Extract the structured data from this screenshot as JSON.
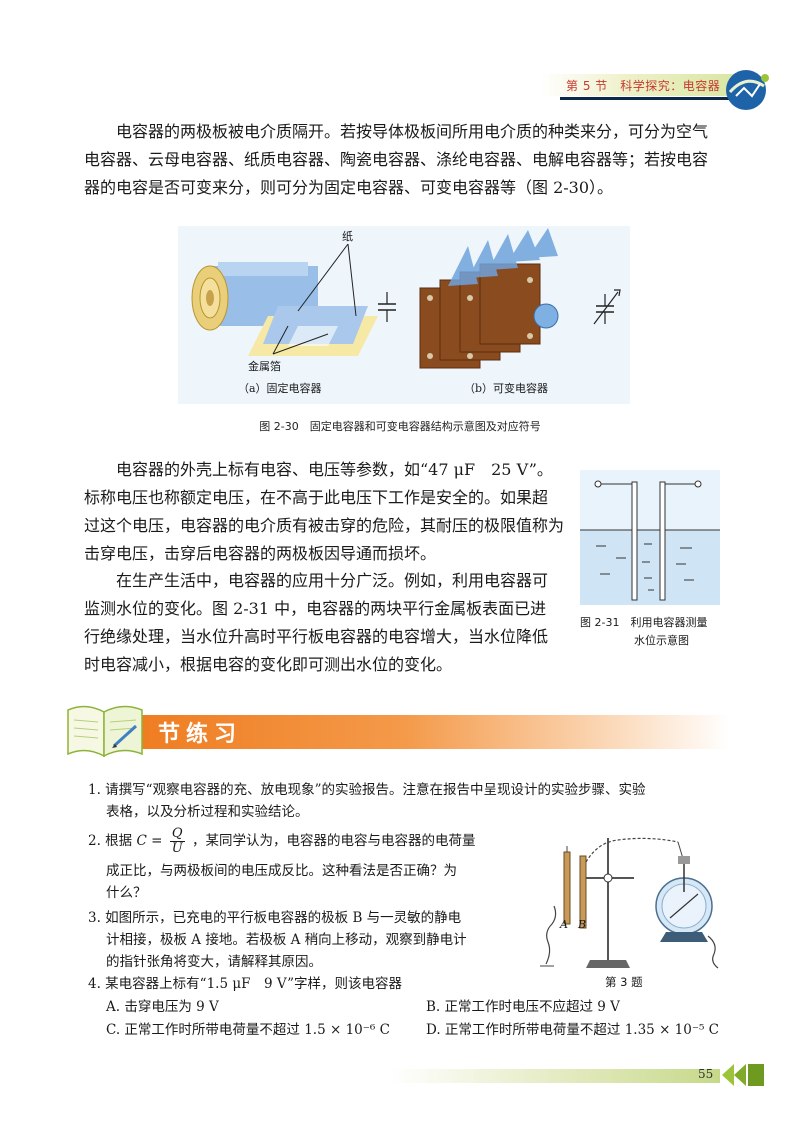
{
  "header": {
    "section": "第 5 节　科学探究：电容器"
  },
  "para1": [
    "电容器的两极板被电介质隔开。若按导体极板间所用电介质的种类来分，可分为空气",
    "电容器、云母电容器、纸质电容器、陶瓷电容器、涤纶电容器、电解电容器等；若按电容",
    "器的电容是否可变来分，则可分为固定电容器、可变电容器等（图 2-30）。"
  ],
  "figure_2_30": {
    "label_paper": "纸",
    "label_foil": "金属箔",
    "sub_a": "（a）固定电容器",
    "sub_b": "（b）可变电容器",
    "caption": "图 2-30　固定电容器和可变电容器结构示意图及对应符号"
  },
  "para2": [
    "电容器的外壳上标有电容、电压等参数，如“47 μF　25 V”。",
    "标称电压也称额定电压，在不高于此电压下工作是安全的。如果超",
    "过这个电压，电容器的电介质有被击穿的危险，其耐压的极限值称为",
    "击穿电压，击穿后电容器的两极板因导通而损坏。"
  ],
  "para3": [
    "在生产生活中，电容器的应用十分广泛。例如，利用电容器可",
    "监测水位的变化。图 2-31 中，电容器的两块平行金属板表面已进",
    "行绝缘处理，当水位升高时平行板电容器的电容增大，当水位降低",
    "时电容减小，根据电容的变化即可测出水位的变化。"
  ],
  "figure_2_31": {
    "caption_line1": "图 2-31　利用电容器测量",
    "caption_line2": "水位示意图"
  },
  "section": {
    "title": "节练习"
  },
  "exercises": {
    "q1_line1": "1. 请撰写“观察电容器的充、放电现象”的实验报告。注意在报告中呈现设计的实验步骤、实验",
    "q1_line2": "表格，以及分析过程和实验结论。",
    "q2_prefix": "2. 根据",
    "q2_c": "C",
    "q2_eq": "=",
    "q2_num": "Q",
    "q2_den": "U",
    "q2_rest1": "，某同学认为，电容器的电容与电容器的电荷量",
    "q2_line2": "成正比，与两极板间的电压成反比。这种看法是否正确？为",
    "q2_line3": "什么？",
    "q3_line1": "3. 如图所示，已充电的平行板电容器的极板 B 与一灵敏的静电",
    "q3_line2": "计相接，极板 A 接地。若极板 A 稍向上移动，观察到静电计",
    "q3_line3": "的指针张角将变大，请解释其原因。",
    "q4_line1": "4. 某电容器上标有“1.5 μF　9 V”字样，则该电容器",
    "options": {
      "a": "A. 击穿电压为 9 V",
      "b": "B. 正常工作时电压不应超过 9 V",
      "c": "C. 正常工作时所带电荷量不超过 1.5 × 10⁻⁶ C",
      "d": "D. 正常工作时所带电荷量不超过 1.35 × 10⁻⁵ C"
    },
    "fig3_label_a": "A",
    "fig3_label_b": "B",
    "fig3_caption": "第 3 题"
  },
  "footer": {
    "page_number": "55"
  },
  "colors": {
    "header_text": "#c6392f",
    "banner_orange": "#ef7d22",
    "figure_bg": "#eef5fb"
  }
}
